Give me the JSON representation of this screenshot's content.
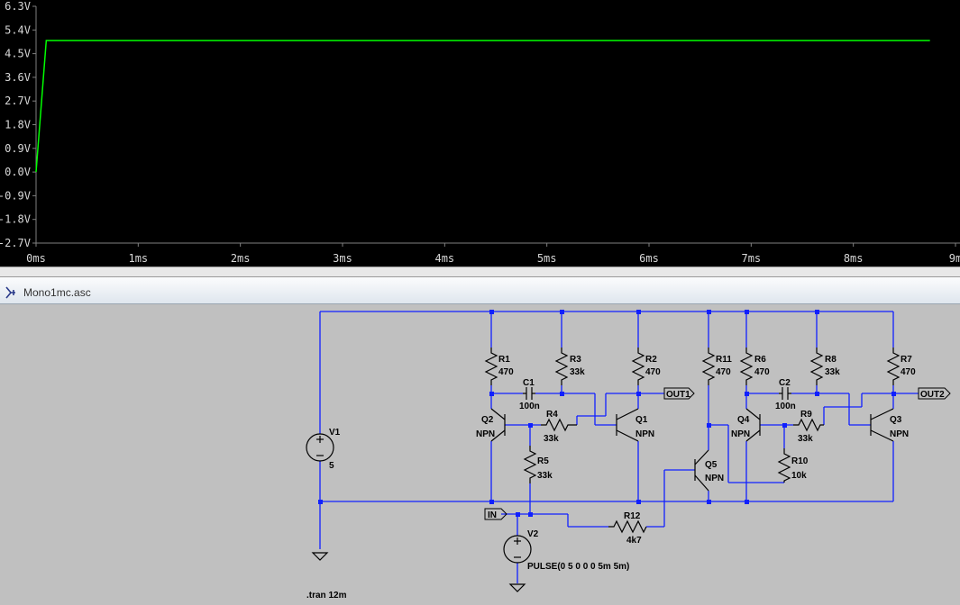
{
  "plot": {
    "y_ticks": [
      "6.3V",
      "5.4V",
      "4.5V",
      "3.6V",
      "2.7V",
      "1.8V",
      "0.9V",
      "0.0V",
      "-0.9V",
      "-1.8V",
      "-2.7V"
    ],
    "x_ticks": [
      "0ms",
      "1ms",
      "2ms",
      "3ms",
      "4ms",
      "5ms",
      "6ms",
      "7ms",
      "8ms",
      "9m"
    ],
    "trace_color": "#00ff00"
  },
  "chart_data": {
    "type": "line",
    "series": [
      {
        "x": [
          0.0,
          0.1,
          8.75
        ],
        "y": [
          0.0,
          5.0,
          5.0
        ]
      }
    ],
    "x_ticks": [
      "0ms",
      "1ms",
      "2ms",
      "3ms",
      "4ms",
      "5ms",
      "6ms",
      "7ms",
      "8ms",
      "9m"
    ],
    "y_ticks": [
      "6.3V",
      "5.4V",
      "4.5V",
      "3.6V",
      "2.7V",
      "1.8V",
      "0.9V",
      "0.0V",
      "-0.9V",
      "-1.8V",
      "-2.7V"
    ],
    "xlim": [
      0,
      9
    ],
    "ylim": [
      -2.7,
      6.3
    ],
    "grid": false
  },
  "tab": {
    "title": "Mono1mc.asc"
  },
  "schematic": {
    "resistors": [
      {
        "name": "R1",
        "value": "470"
      },
      {
        "name": "R3",
        "value": "33k"
      },
      {
        "name": "R2",
        "value": "470"
      },
      {
        "name": "R11",
        "value": "470"
      },
      {
        "name": "R6",
        "value": "470"
      },
      {
        "name": "R8",
        "value": "33k"
      },
      {
        "name": "R7",
        "value": "470"
      },
      {
        "name": "R4",
        "value": "33k"
      },
      {
        "name": "R9",
        "value": "33k"
      },
      {
        "name": "R5",
        "value": "33k"
      },
      {
        "name": "R10",
        "value": "10k"
      },
      {
        "name": "R12",
        "value": "4k7"
      }
    ],
    "capacitors": [
      {
        "name": "C1",
        "value": "100n"
      },
      {
        "name": "C2",
        "value": "100n"
      }
    ],
    "transistors": [
      {
        "name": "Q2",
        "type": "NPN"
      },
      {
        "name": "Q1",
        "type": "NPN"
      },
      {
        "name": "Q4",
        "type": "NPN"
      },
      {
        "name": "Q3",
        "type": "NPN"
      },
      {
        "name": "Q5",
        "type": "NPN"
      }
    ],
    "sources": [
      {
        "name": "V1",
        "value": "5"
      },
      {
        "name": "V2",
        "value": "PULSE(0 5 0 0 0 5m 5m)"
      }
    ],
    "net_labels": {
      "out1": "OUT1",
      "out2": "OUT2",
      "in": "IN"
    },
    "directive": ".tran 12m"
  }
}
